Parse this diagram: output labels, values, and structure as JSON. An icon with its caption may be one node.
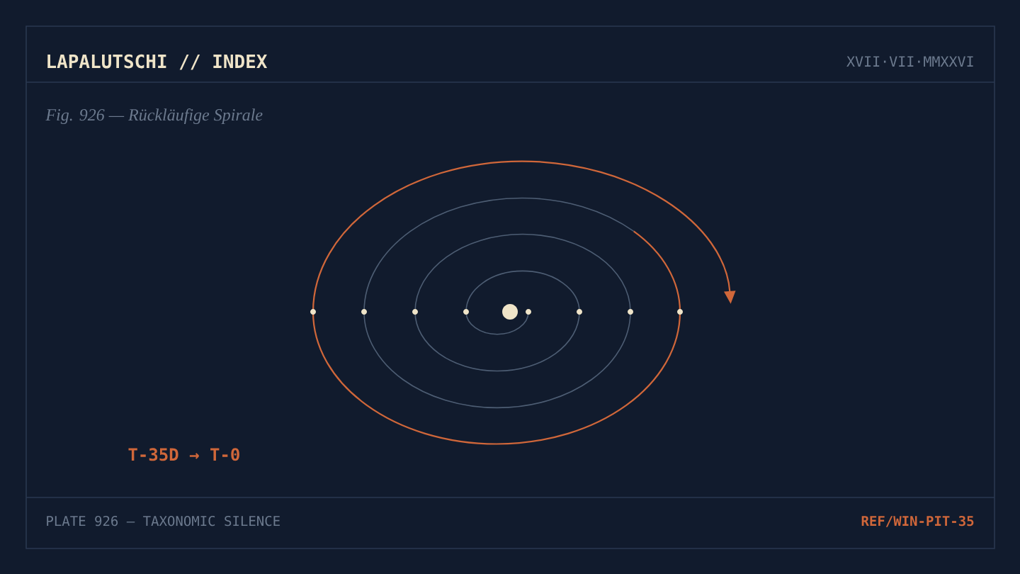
{
  "diagram": {
    "title": "LAPALUTSCHI // INDEX",
    "caption": "Fig. 926 — Rückläufige Spirale",
    "labels": [
      "XVII·VII·MMXXVI",
      "T-35D → T-0",
      "PLATE 926 — TAXONOMIC SILENCE",
      "REF/WIN-PIT-35"
    ]
  }
}
